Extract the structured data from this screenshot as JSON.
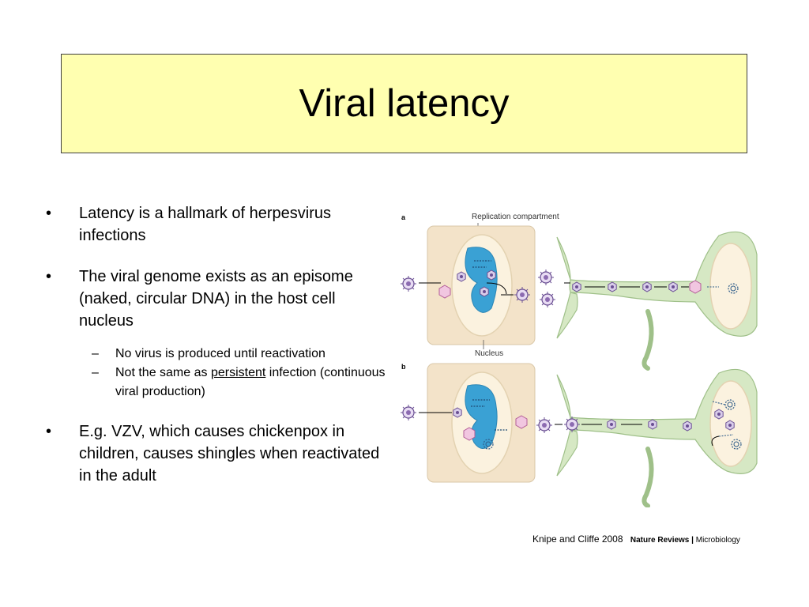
{
  "slide": {
    "title": "Viral latency",
    "bullets": [
      "Latency is a hallmark of herpesvirus infections",
      "The viral genome exists as an episome (naked, circular DNA) in the host cell nucleus",
      "E.g. VZV, which causes chickenpox in children, causes shingles when reactivated in the adult"
    ],
    "sub_bullets": {
      "item1": "No virus is produced until reactivation",
      "item2_prefix": "Not the same as ",
      "item2_underlined": "persistent",
      "item2_suffix": " infection (continuous viral production)"
    },
    "bullet_symbol": "•",
    "dash_symbol": "–"
  },
  "figure": {
    "panel_a_letter": "a",
    "panel_b_letter": "b",
    "label_replication": "Replication compartment",
    "label_nucleus": "Nucleus"
  },
  "caption": {
    "citation": "Knipe and Cliffe 2008",
    "brand_left": "Nature Reviews",
    "separator": "|",
    "brand_right": "Microbiology"
  },
  "colors": {
    "title_bg": "#ffffb0",
    "cell_bg": "#f3e3c9",
    "nucleus_bg": "#fbf2df",
    "compartment_blue": "#3aa1d4",
    "neuron_green": "#d6e8c4",
    "virus_purple": "#8c6bb1",
    "pink": "#f1c6e0"
  }
}
